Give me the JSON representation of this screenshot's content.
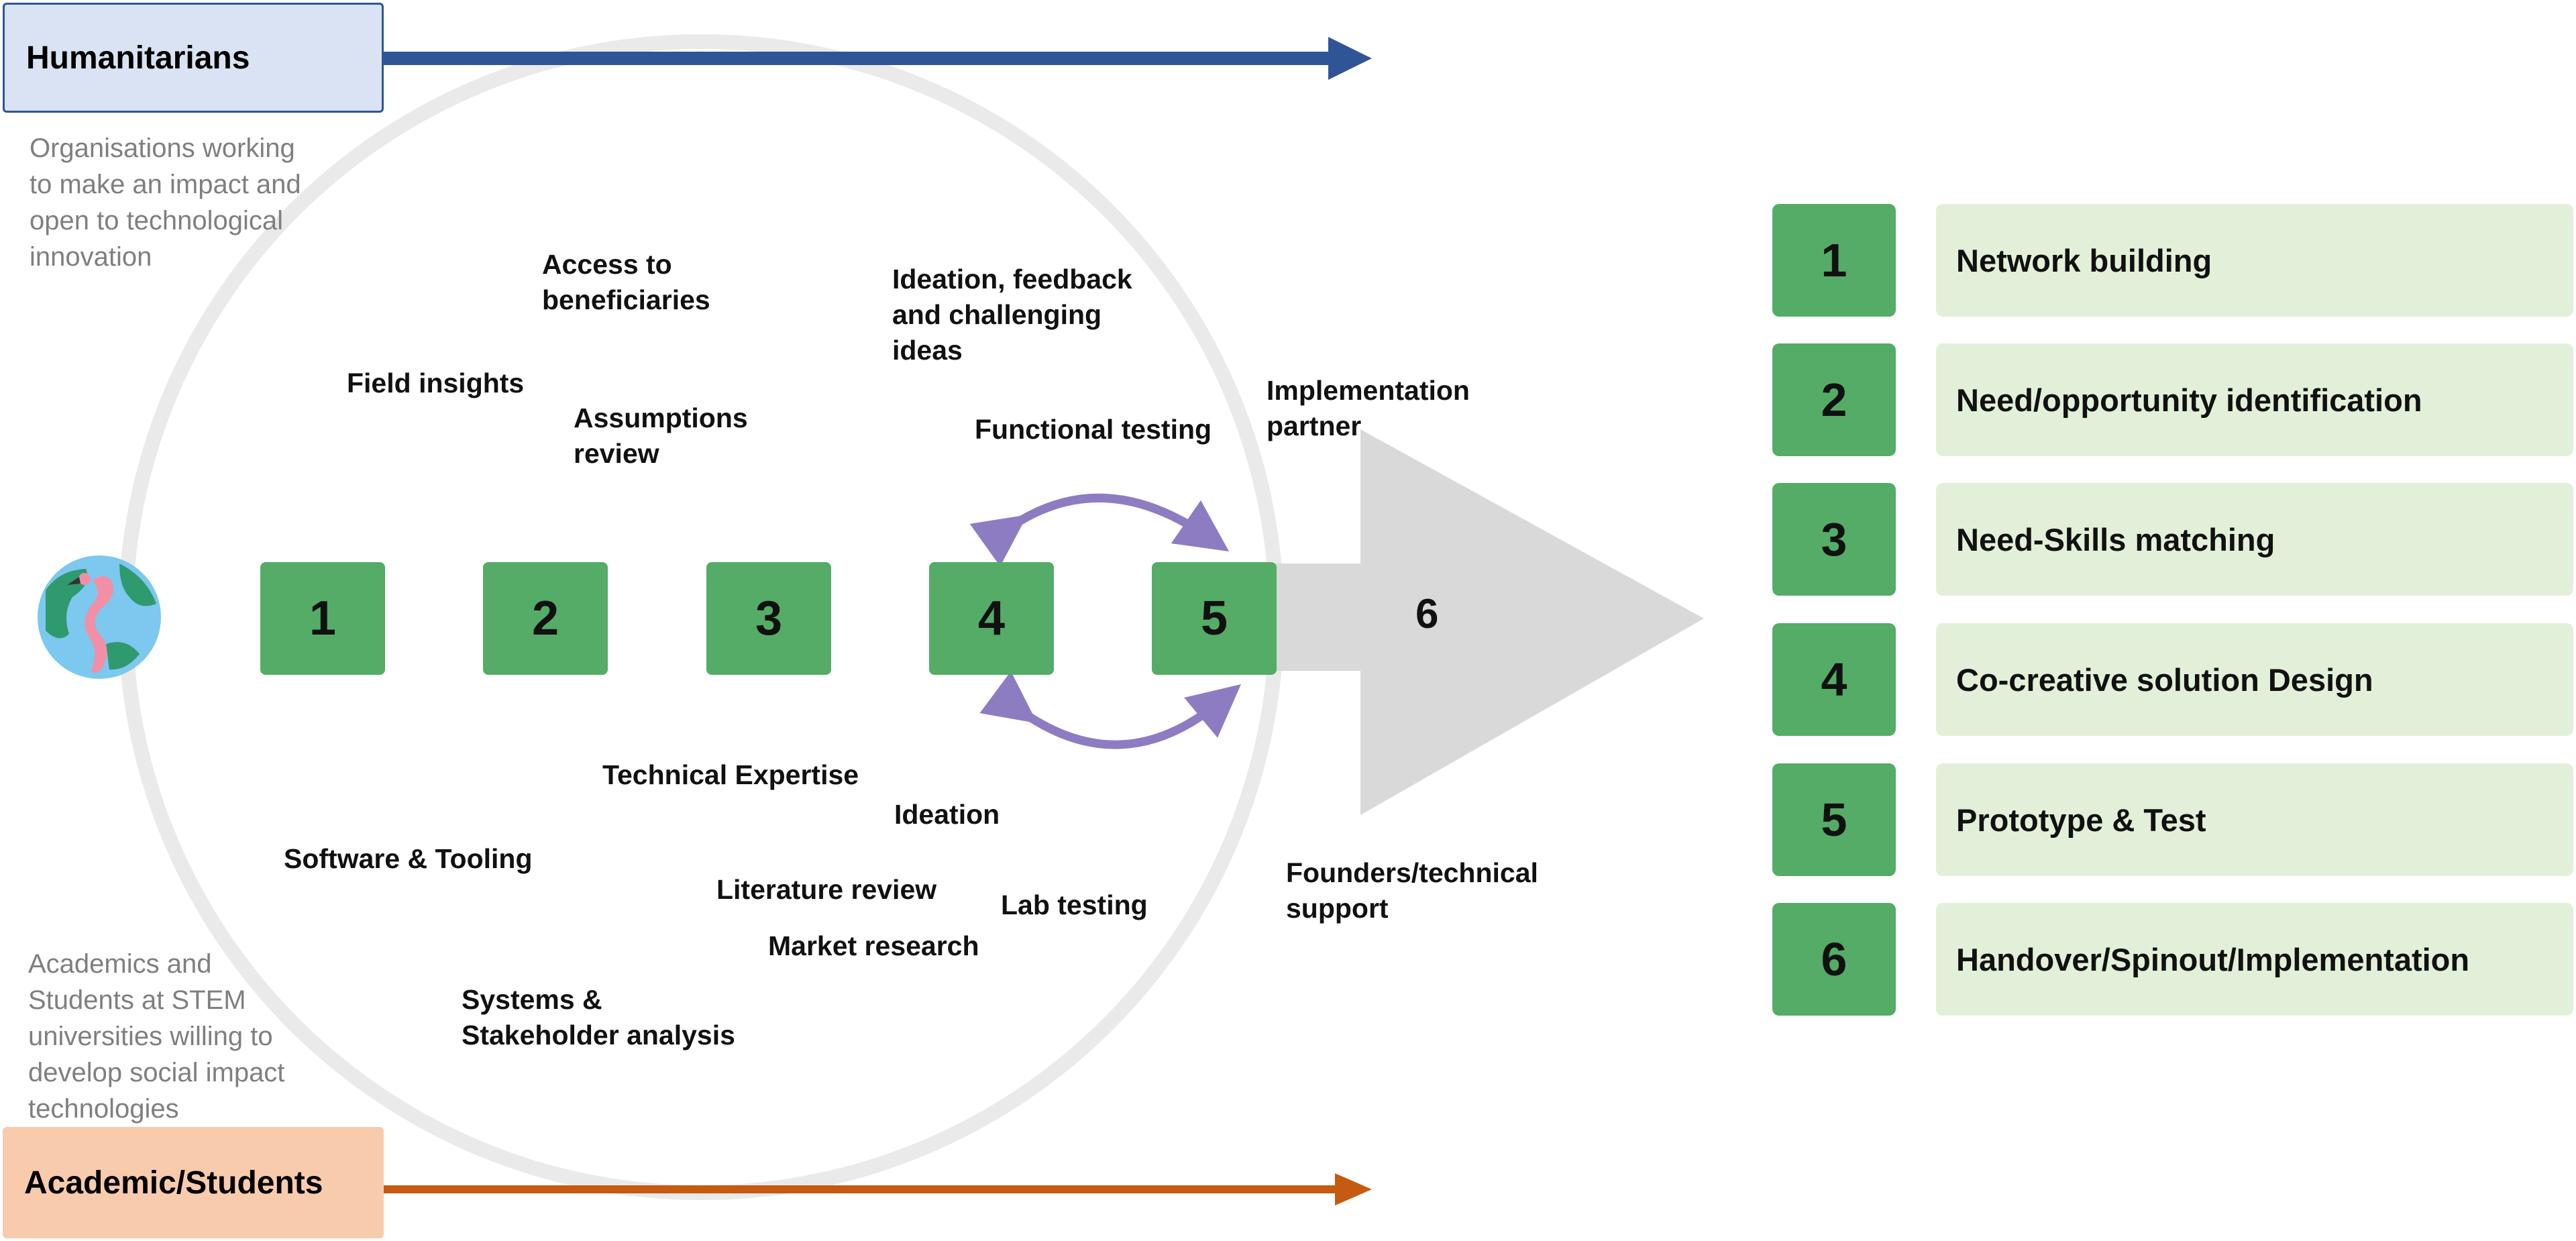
{
  "humanitarians": {
    "title": "Humanitarians",
    "description": "Organisations working\nto make an impact and\nopen to technological\ninnovation",
    "fill": "#dae3f3",
    "border": "#2f5597",
    "arrow_color": "#2f5597"
  },
  "academics": {
    "title": "Academic/Students",
    "description": "Academics and\nStudents at STEM\nuniversities willing to\ndevelop social impact\ntechnologies",
    "fill": "#f8cbad",
    "arrow_color": "#c55a11"
  },
  "stages": [
    "1",
    "2",
    "3",
    "4",
    "5"
  ],
  "final_stage": "6",
  "stage_color": "#54ac66",
  "big_arrow_color": "#d9d9d9",
  "cycle_arrow_color": "#8e7cc3",
  "globe_icon": "globe-with-flamingo-icon",
  "top_labels": {
    "field_insights": "Field insights",
    "access": "Access to\nbeneficiaries",
    "assumptions": "Assumptions\nreview",
    "ideation_feedback": "Ideation, feedback\nand challenging\nideas",
    "functional_testing": "Functional testing",
    "implementation": "Implementation\npartner"
  },
  "bottom_labels": {
    "technical_expertise": "Technical Expertise",
    "ideation": "Ideation",
    "software": "Software & Tooling",
    "literature": "Literature review",
    "lab_testing": "Lab testing",
    "market": "Market research",
    "systems": "Systems &\nStakeholder analysis",
    "founders": "Founders/technical\nsupport"
  },
  "legend": [
    {
      "num": "1",
      "label": "Network building"
    },
    {
      "num": "2",
      "label": "Need/opportunity identification"
    },
    {
      "num": "3",
      "label": "Need-Skills matching"
    },
    {
      "num": "4",
      "label": "Co-creative solution Design"
    },
    {
      "num": "5",
      "label": "Prototype & Test"
    },
    {
      "num": "6",
      "label": "Handover/Spinout/Implementation"
    }
  ],
  "legend_colors": {
    "number_fill": "#54ac66",
    "text_fill": "#e2f0d9"
  }
}
